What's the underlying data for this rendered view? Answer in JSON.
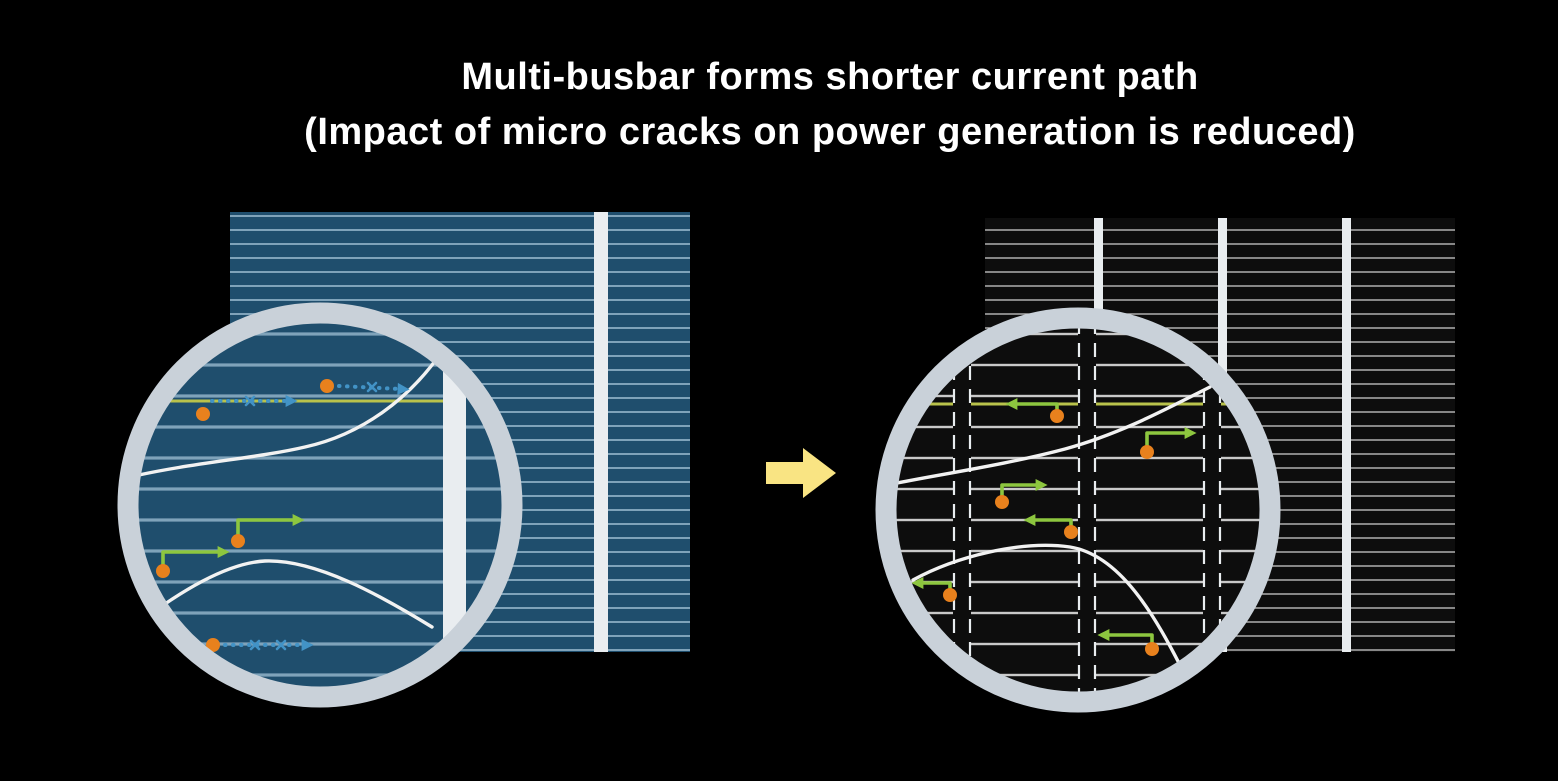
{
  "title": {
    "line1": "Multi-busbar forms shorter current path",
    "line2": "(Impact of micro cracks on power generation is reduced)"
  },
  "icons": {
    "transition_arrow": "right-block-arrow",
    "electron_dot": "orange-circle",
    "blocked_mark": "x-cross",
    "magnifier": "zoom-circle"
  },
  "colors": {
    "background": "#000000",
    "title_text": "#ffffff",
    "cell_blue": "#1f4e6d",
    "cell_blue_finger": "#7fa3ba",
    "busbar_white": "#e9edf0",
    "cell_black": "#0d0d0d",
    "cell_black_finger": "#c9c9c9",
    "magnifier_ring": "#c9d1d9",
    "crack_white": "#f2f2f2",
    "highlight_finger_yellow": "#b9c24b",
    "current_arrow_blue": "#4293c6",
    "current_arrow_green": "#8dc63f",
    "electron_dot_orange": "#e8811d",
    "transition_arrow_yellow": "#f9e483"
  }
}
